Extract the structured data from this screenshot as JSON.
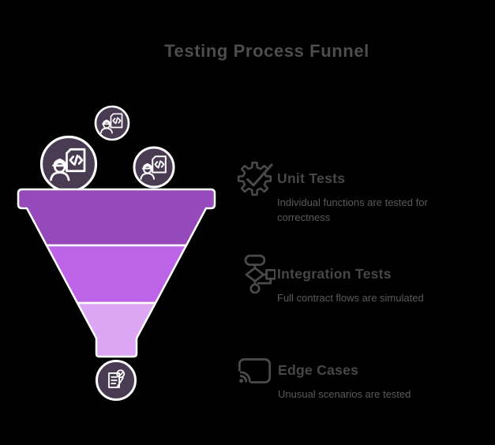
{
  "title": "Testing Process Funnel",
  "colors": {
    "background": "#000000",
    "title_text": "#4D4D4D",
    "heading_text": "#474747",
    "description_text": "#5A5A5A",
    "legend_icon_stroke": "#4A4A4A",
    "funnel_outline": "#FFFFFF",
    "bubble_fill": "#493B52",
    "bubble_ring": "#FFFFFF",
    "bubble_icon_stroke": "#FFFFFF"
  },
  "funnel": {
    "stage_colors": [
      "#9549BA",
      "#BC63E8",
      "#DDA6F4"
    ],
    "bubble_icons": [
      "engineer-code-icon",
      "engineer-code-icon",
      "engineer-code-icon",
      "document-check-icon"
    ]
  },
  "items": [
    {
      "icon": "gear-check-icon",
      "title": "Unit Tests",
      "description": "Individual functions are tested for correctness"
    },
    {
      "icon": "flowchart-icon",
      "title": "Integration Tests",
      "description": "Full contract flows are simulated"
    },
    {
      "icon": "cast-icon",
      "title": "Edge Cases",
      "description": "Unusual scenarios are tested"
    }
  ]
}
